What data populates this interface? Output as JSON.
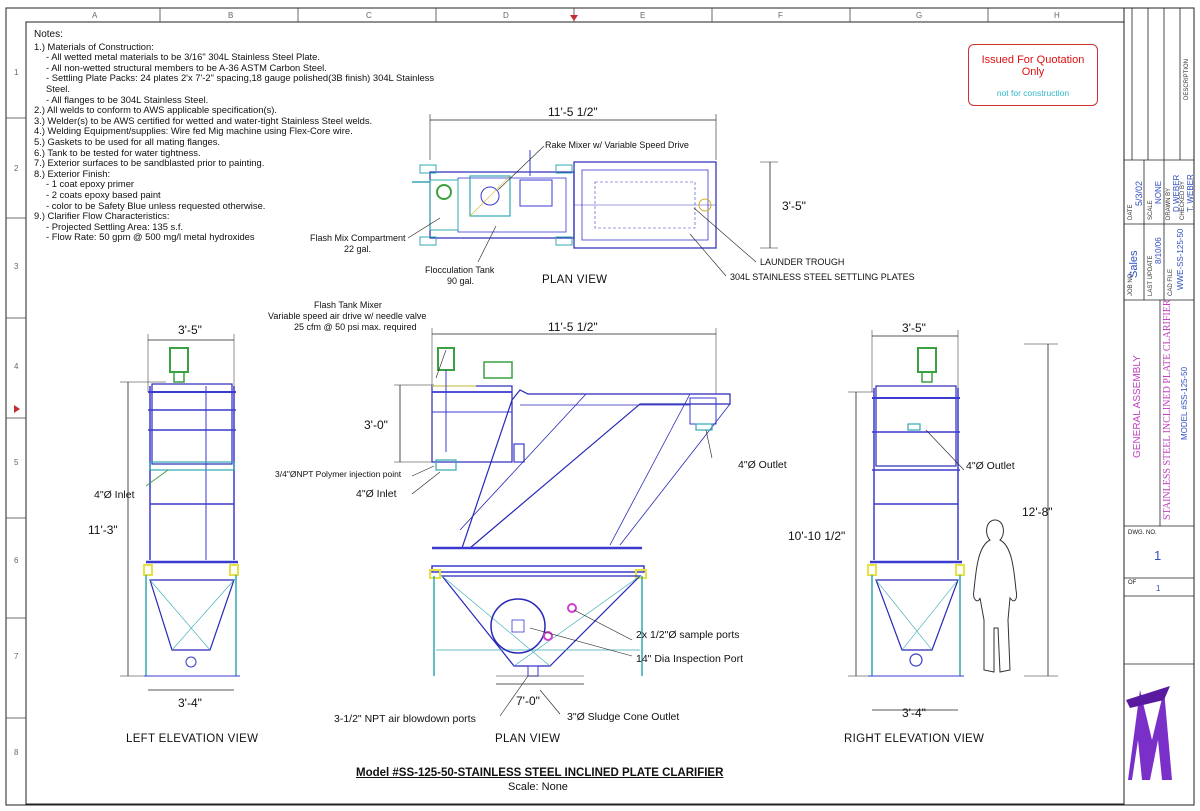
{
  "grid": {
    "letters": [
      "A",
      "B",
      "C",
      "D",
      "E",
      "F",
      "G",
      "H"
    ],
    "numbers": [
      "1",
      "2",
      "3",
      "4",
      "5",
      "6",
      "7",
      "8"
    ]
  },
  "notes": {
    "title": "Notes:",
    "items": [
      {
        "text": "1.) Materials of Construction:",
        "sub": false
      },
      {
        "text": "- All wetted metal materials to be 3/16\" 304L Stainless Steel Plate.",
        "sub": true
      },
      {
        "text": "- All non-wetted structural members to be A-36 ASTM Carbon Steel.",
        "sub": true
      },
      {
        "text": "- Settling Plate Packs: 24 plates 2'x 7'-2\" spacing,18 gauge polished(3B finish) 304L Stainless Steel.",
        "sub": true
      },
      {
        "text": "- All flanges to be 304L Stainless Steel.",
        "sub": true
      },
      {
        "text": "2.) All welds to conform to AWS applicable specification(s).",
        "sub": false
      },
      {
        "text": "3.) Welder(s) to be AWS certified for wetted and water-tight Stainless Steel welds.",
        "sub": false
      },
      {
        "text": "4.) Welding Equipment/supplies: Wire fed Mig machine using Flex-Core wire.",
        "sub": false
      },
      {
        "text": "5.) Gaskets to be used for all mating flanges.",
        "sub": false
      },
      {
        "text": "6.) Tank to be tested for water tightness.",
        "sub": false
      },
      {
        "text": "7.) Exterior surfaces to be sandblasted prior to painting.",
        "sub": false
      },
      {
        "text": "8.) Exterior Finish:",
        "sub": false
      },
      {
        "text": "- 1 coat epoxy primer",
        "sub": true
      },
      {
        "text": "- 2 coats epoxy based paint",
        "sub": true
      },
      {
        "text": "- color to be Safety Blue unless requested otherwise.",
        "sub": true
      },
      {
        "text": "9.) Clarifier Flow Characteristics:",
        "sub": false
      },
      {
        "text": "- Projected Settling Area: 135 s.f.",
        "sub": true
      },
      {
        "text": "- Flow Rate: 50 gpm @ 500 mg/l metal hydroxides",
        "sub": true
      }
    ]
  },
  "stamp": {
    "line1": "Issued For Quotation Only",
    "line2": "not for construction"
  },
  "plan_top": {
    "width_dim": "11'-5 1/2\"",
    "depth_dim": "3'-5\"",
    "rake_mixer": "Rake Mixer w/ Variable Speed Drive",
    "flash_mix_1": "Flash Mix Compartment",
    "flash_mix_2": "22 gal.",
    "floc_tank_1": "Flocculation Tank",
    "floc_tank_2": "90 gal.",
    "launder": "LAUNDER TROUGH",
    "settling_plates": "304L STAINLESS STEEL SETTLING PLATES",
    "view_title": "PLAN VIEW"
  },
  "plan_side": {
    "flash_mixer_1": "Flash Tank Mixer",
    "flash_mixer_2": "Variable speed air drive w/ needle valve",
    "flash_mixer_3": "25 cfm @ 50 psi max. required",
    "width_dim": "11'-5 1/2\"",
    "height_dim": "3'-0\"",
    "polymer": "3/4\"ØNPT Polymer injection point",
    "inlet": "4\"Ø Inlet",
    "outlet": "4\"Ø Outlet",
    "sample_ports": "2x 1/2\"Ø sample ports",
    "inspection": "14\" Dia Inspection Port",
    "cone_dim": "7'-0\"",
    "blowdown": "3-1/2\" NPT air blowdown ports",
    "sludge": "3\"Ø Sludge Cone Outlet",
    "view_title": "PLAN VIEW"
  },
  "left_view": {
    "top_dim": "3'-5\"",
    "height_dim": "11'-3\"",
    "inlet": "4\"Ø Inlet",
    "bottom_dim": "3'-4\"",
    "view_title": "LEFT ELEVATION VIEW"
  },
  "right_view": {
    "top_dim": "3'-5\"",
    "height_left": "10'-10 1/2\"",
    "height_right": "12'-8\"",
    "outlet": "4\"Ø Outlet",
    "bottom_dim": "3'-4\"",
    "view_title": "RIGHT ELEVATION VIEW"
  },
  "title_block": {
    "main": "Model #SS-125-50-STAINLESS STEEL INCLINED PLATE CLARIFIER",
    "scale": "Scale: None",
    "description_hdr": "DESCRIPTION",
    "date_lbl": "DATE",
    "date": "5/3/02",
    "scale_lbl": "SCALE",
    "scale_val": "NONE",
    "drawn_lbl": "DRAWN BY",
    "drawn_by": "D.WEBER",
    "checked_lbl": "CHECKED BY",
    "checked_by": "T. WEBER",
    "job_lbl": "JOB NO.",
    "job": "Sales",
    "update_lbl": "LAST UPDATE",
    "update": "8/10/06",
    "cad_lbl": "CAD FILE",
    "cad": "WWE-SS-125-50",
    "ga": "GENERAL ASSEMBLY",
    "desc_main": "STAINLESS STEEL INCLINED PLATE CLARIFIER",
    "model": "MODEL #SS-125-50",
    "dwg_lbl": "DWG. NO.",
    "dwg_no": "1",
    "of_lbl": "OF",
    "of_val": "1"
  },
  "colors": {
    "structure": "#3a3ad0",
    "tank": "#2828b8",
    "frame_cyan": "#30a8b0",
    "motor_green": "#3aa040",
    "accent_yellow": "#e8e040",
    "leader": "#222222",
    "logo": "#7a30c8"
  }
}
